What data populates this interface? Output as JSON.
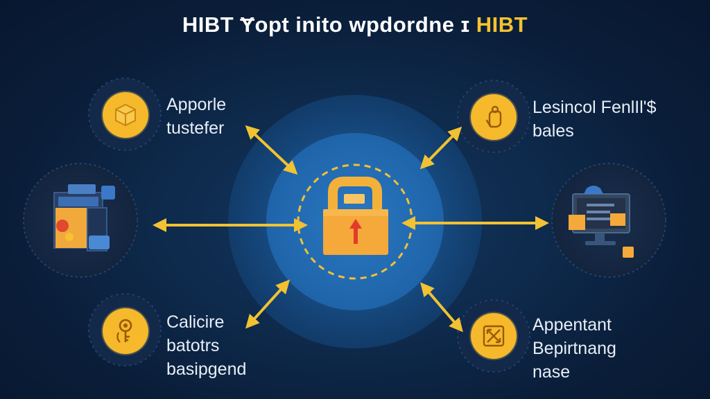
{
  "title": {
    "main": "HIBT Ɏopt inito wpdordne",
    "separator": "ɪ",
    "accent": "HIBT"
  },
  "nodes": {
    "top_left": {
      "lines": [
        "Apporle",
        "tustefer"
      ],
      "icon": "cube-icon"
    },
    "top_right": {
      "lines": [
        "Lesincol FenlIl'$",
        "bales"
      ],
      "icon": "hand-icon"
    },
    "bottom_left": {
      "lines": [
        "Calicire",
        "batotrs",
        "basipgend"
      ],
      "icon": "key-icon"
    },
    "bottom_right": {
      "lines": [
        "Appentant",
        "Bepirtnang",
        "nase"
      ],
      "icon": "exchange-icon"
    },
    "left": {
      "icon": "computer-wallet-icon"
    },
    "right": {
      "icon": "monitor-wallet-icon"
    },
    "center": {
      "icon": "padlock-icon"
    }
  },
  "colors": {
    "accent": "#f6c230",
    "arrow": "#f2c232",
    "lock_body": "#f4a93a",
    "lock_keyhole": "#e23b2a",
    "background": "#0b1f3c"
  }
}
